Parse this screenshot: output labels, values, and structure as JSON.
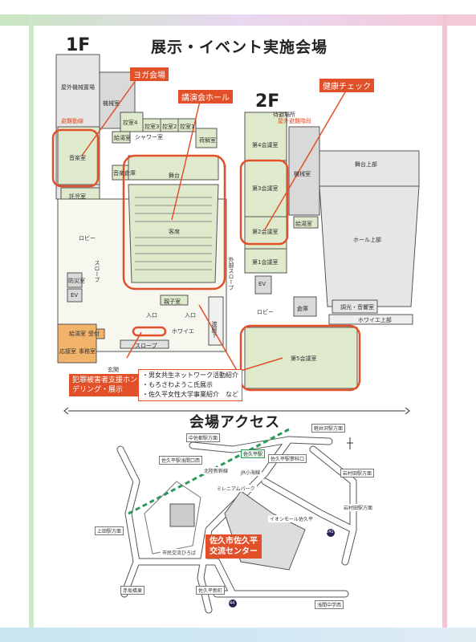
{
  "header": {
    "title": "展示・イベント実施会場"
  },
  "floor1": {
    "label": "1F",
    "rooms": {
      "outdoor_machine": "屋外機械置場",
      "machine": "機械室",
      "kitchen": "給湯室",
      "exit_route": "避難動線",
      "music": "音楽室",
      "control4": "控室4",
      "control3": "控室3",
      "control2": "控室2",
      "control1": "控室1",
      "shower": "シャワー室",
      "loading": "荷解室",
      "storage_music": "音楽倉庫",
      "nursery": "託児室",
      "stage": "舞台",
      "audience": "客席",
      "lobby": "ロビー",
      "slope1": "スロープ",
      "outdoor_slope": "外部スロープ",
      "disaster": "防災室",
      "ev": "EV",
      "parent_child": "親子室",
      "entrance_l": "入口",
      "entrance_r": "入口",
      "foyer": "ホワイエ",
      "slope2": "スロープ",
      "reception": "受付",
      "kitchen2": "給湯室",
      "reception_room": "応接室",
      "office": "事務室",
      "front_door": "玄関",
      "corridor": "渡廊下"
    },
    "callouts": {
      "yoga": "ヨガ会場",
      "lecture": "講演会ホール"
    },
    "notes": {
      "support": [
        "犯罪被害者支援ホン",
        "デリング・展示"
      ],
      "exhibits": [
        "・男女共生ネットワーク活動紹介",
        "・もろさわようこ氏展示",
        "・佐久平女性大学事業紹介　など"
      ]
    }
  },
  "floor2": {
    "label": "2F",
    "rooms": {
      "waiting": "待避場所",
      "exit_route": "屋外避難階段",
      "meeting4": "第4会議室",
      "machine": "機械室",
      "stage_upper": "舞台上部",
      "meeting3": "第3会議室",
      "meeting2": "第2会議室",
      "kitchen": "給湯室",
      "hall_upper": "ホール上部",
      "meeting1": "第1会議室",
      "ev": "EV",
      "lobby": "ロビー",
      "warehouse": "倉庫",
      "light_sound": "調光・音響室",
      "foyer_upper": "ホワイエ上部",
      "meeting5": "第5会議室"
    },
    "callouts": {
      "health": "健康チェック"
    }
  },
  "access": {
    "title": "会場アクセス",
    "labels": {
      "nakasado": "中佐都駅方面",
      "karuizawa": "軽井沢駅方面",
      "sakudaira_sta": "佐久平駅",
      "sakudaira_west": "佐久平駅浅間口西",
      "sakudaira_east": "佐久平駅蓼科口",
      "hokuriku": "北陸新幹線",
      "koumi": "JR小海線",
      "millennium": "ミレニアムパーク",
      "iwamurada": "岩村田駅方面",
      "ueda": "上田駅方面",
      "aeon": "イオンモール佐久平",
      "plaza": "市民交流ひろば",
      "akasaka": "赤坂橋東",
      "saku_shinmachi": "佐久平新町",
      "asama_middle": "浅間中学西",
      "route": "141",
      "route2": "44"
    },
    "venue": [
      "佐久市佐久平",
      "交流センター"
    ]
  },
  "colors": {
    "accent": "#e2502a",
    "room_green": "#dfeacc",
    "room_gray": "#d9d9d9",
    "room_orange": "#f2b46a"
  }
}
